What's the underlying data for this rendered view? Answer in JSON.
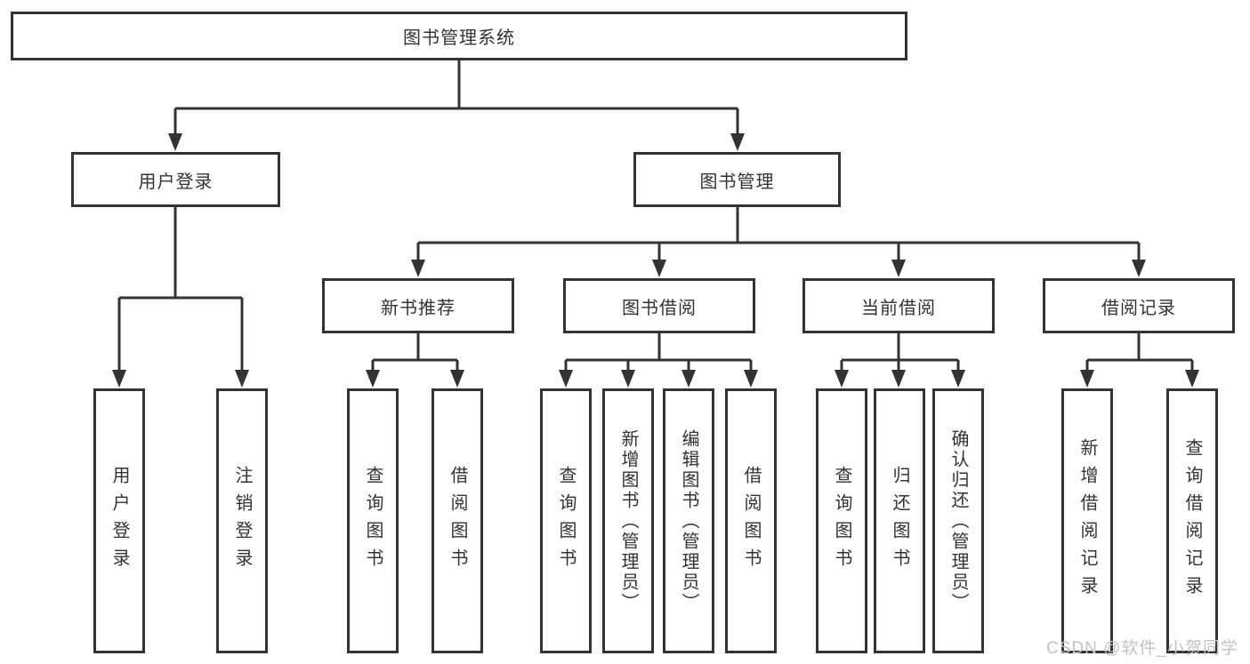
{
  "tree": {
    "root_label": "图书管理系统",
    "branches": [
      {
        "label": "用户登录",
        "children": [
          {
            "label": "用户登录"
          },
          {
            "label": "注销登录"
          }
        ]
      },
      {
        "label": "图书管理",
        "children": [
          {
            "label": "新书推荐",
            "children": [
              {
                "label": "查询图书"
              },
              {
                "label": "借阅图书"
              }
            ]
          },
          {
            "label": "图书借阅",
            "children": [
              {
                "label": "查询图书"
              },
              {
                "label": "新增图书（管理员）"
              },
              {
                "label": "编辑图书（管理员）"
              },
              {
                "label": "借阅图书"
              }
            ]
          },
          {
            "label": "当前借阅",
            "children": [
              {
                "label": "查询图书"
              },
              {
                "label": "归还图书"
              },
              {
                "label": "确认归还（管理员）"
              }
            ]
          },
          {
            "label": "借阅记录",
            "children": [
              {
                "label": "新增借阅记录"
              },
              {
                "label": "查询借阅记录"
              }
            ]
          }
        ]
      }
    ]
  },
  "watermark": "CSDN @软件_小贺同学",
  "colors": {
    "line": "#333333",
    "text": "#333333",
    "watermark": "#c2c2c2",
    "background": "#ffffff"
  }
}
